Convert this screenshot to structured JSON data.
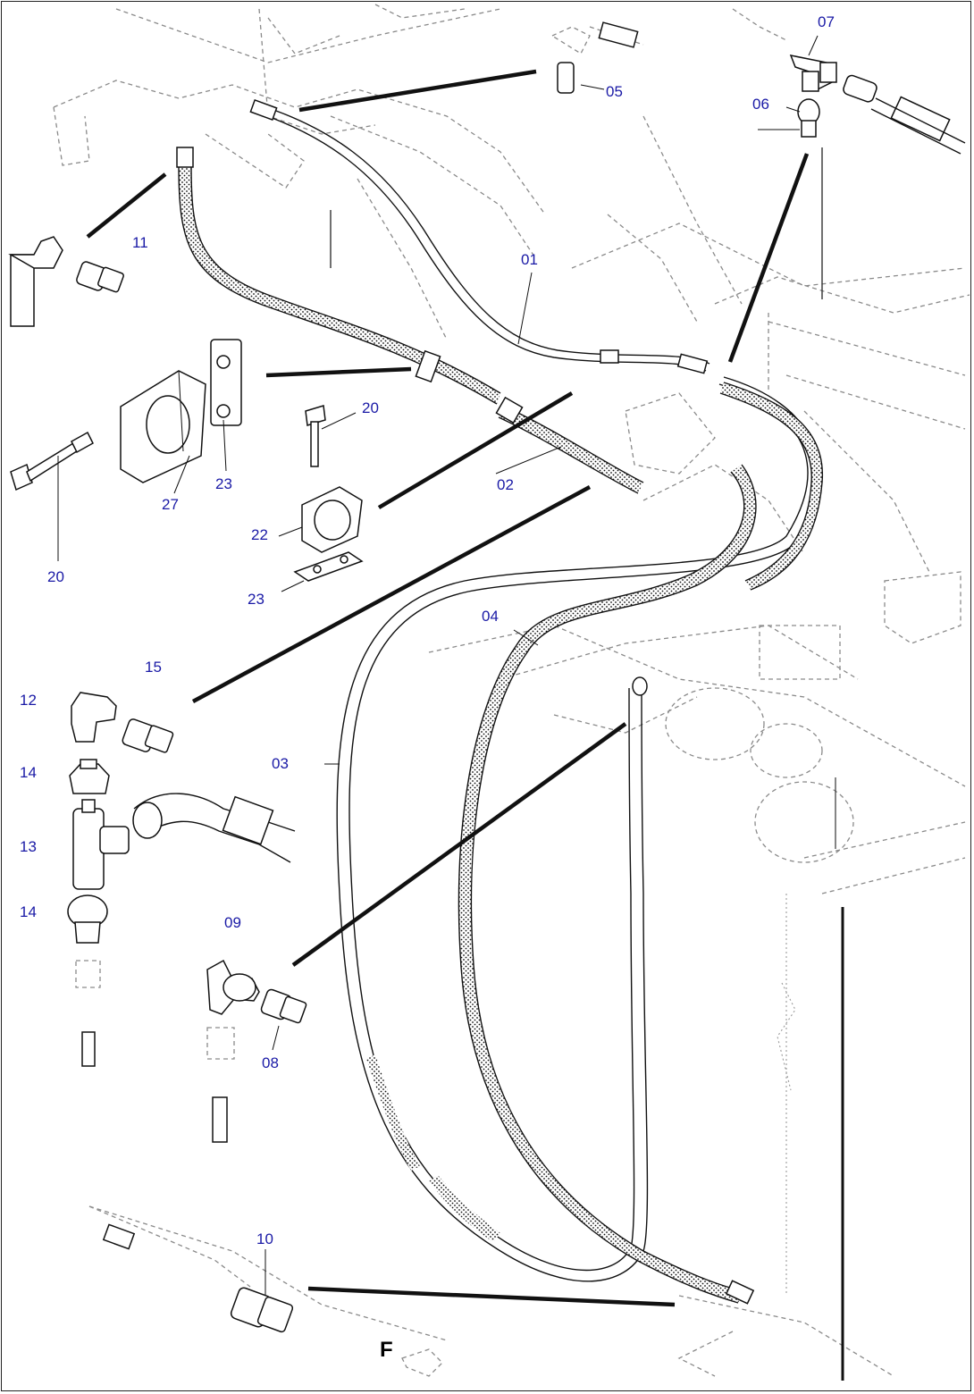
{
  "labels": {
    "p01": "01",
    "p02": "02",
    "p03": "03",
    "p04": "04",
    "p05": "05",
    "p06": "06",
    "p07": "07",
    "p08": "08",
    "p09": "09",
    "p10": "10",
    "p11": "11",
    "p12": "12",
    "p13": "13",
    "p14a": "14",
    "p14b": "14",
    "p15": "15",
    "p20a": "20",
    "p20b": "20",
    "p22": "22",
    "p23a": "23",
    "p23b": "23",
    "p27": "27",
    "view": "F"
  },
  "colors": {
    "callout": "#1a1aa6",
    "line": "#111111",
    "ghost": "#8a8a8a"
  }
}
